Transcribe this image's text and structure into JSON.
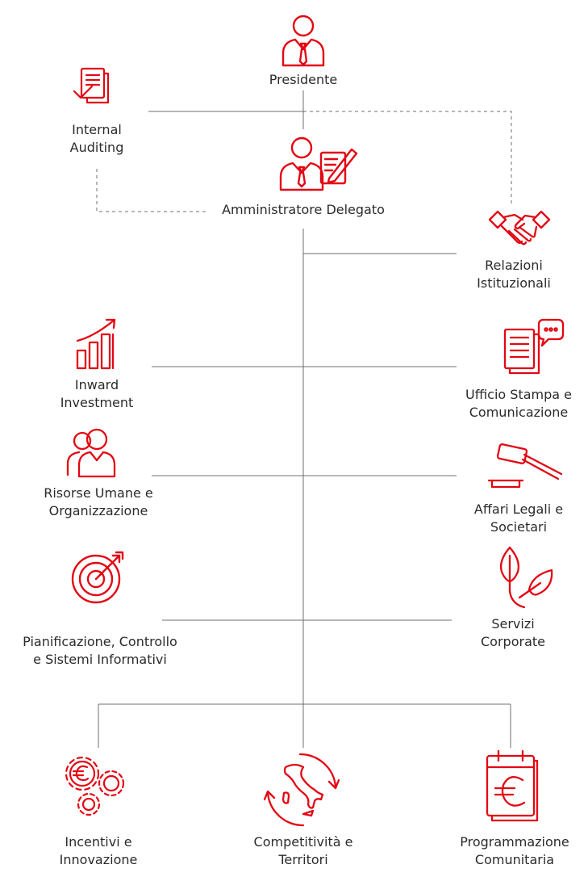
{
  "colors": {
    "accent": "#e30613",
    "line": "#6f6f6f",
    "text": "#2b2b2b"
  },
  "nodes": {
    "presidente": {
      "lines": [
        "Presidente"
      ],
      "icon": "businessman-icon"
    },
    "internal_auditing": {
      "lines": [
        "Internal",
        "Auditing"
      ],
      "icon": "checklist-document-icon"
    },
    "amministratore_delegato": {
      "lines": [
        "Amministratore Delegato"
      ],
      "icon": "businessman-signing-icon"
    },
    "relazioni_istituzionali": {
      "lines": [
        "Relazioni",
        "Istituzionali"
      ],
      "icon": "handshake-icon"
    },
    "inward_investment": {
      "lines": [
        "Inward",
        "Investment"
      ],
      "icon": "growth-bar-chart-icon"
    },
    "ufficio_stampa": {
      "lines": [
        "Ufficio Stampa e",
        "Comunicazione"
      ],
      "icon": "document-speech-bubble-icon"
    },
    "risorse_umane": {
      "lines": [
        "Risorse Umane e",
        "Organizzazione"
      ],
      "icon": "people-icon"
    },
    "affari_legali": {
      "lines": [
        "Affari Legali e",
        "Societari"
      ],
      "icon": "gavel-icon"
    },
    "pianificazione": {
      "lines": [
        "Pianificazione, Controllo",
        "e Sistemi Informativi"
      ],
      "icon": "target-icon"
    },
    "servizi_corporate": {
      "lines": [
        "Servizi",
        "Corporate"
      ],
      "icon": "leaf-plant-icon"
    },
    "incentivi": {
      "lines": [
        "Incentivi e",
        "Innovazione"
      ],
      "icon": "euro-gears-icon"
    },
    "competitivita": {
      "lines": [
        "Competitività e",
        "Territori"
      ],
      "icon": "italy-map-icon"
    },
    "programmazione": {
      "lines": [
        "Programmazione",
        "Comunitaria"
      ],
      "icon": "euro-calendar-icon"
    }
  }
}
